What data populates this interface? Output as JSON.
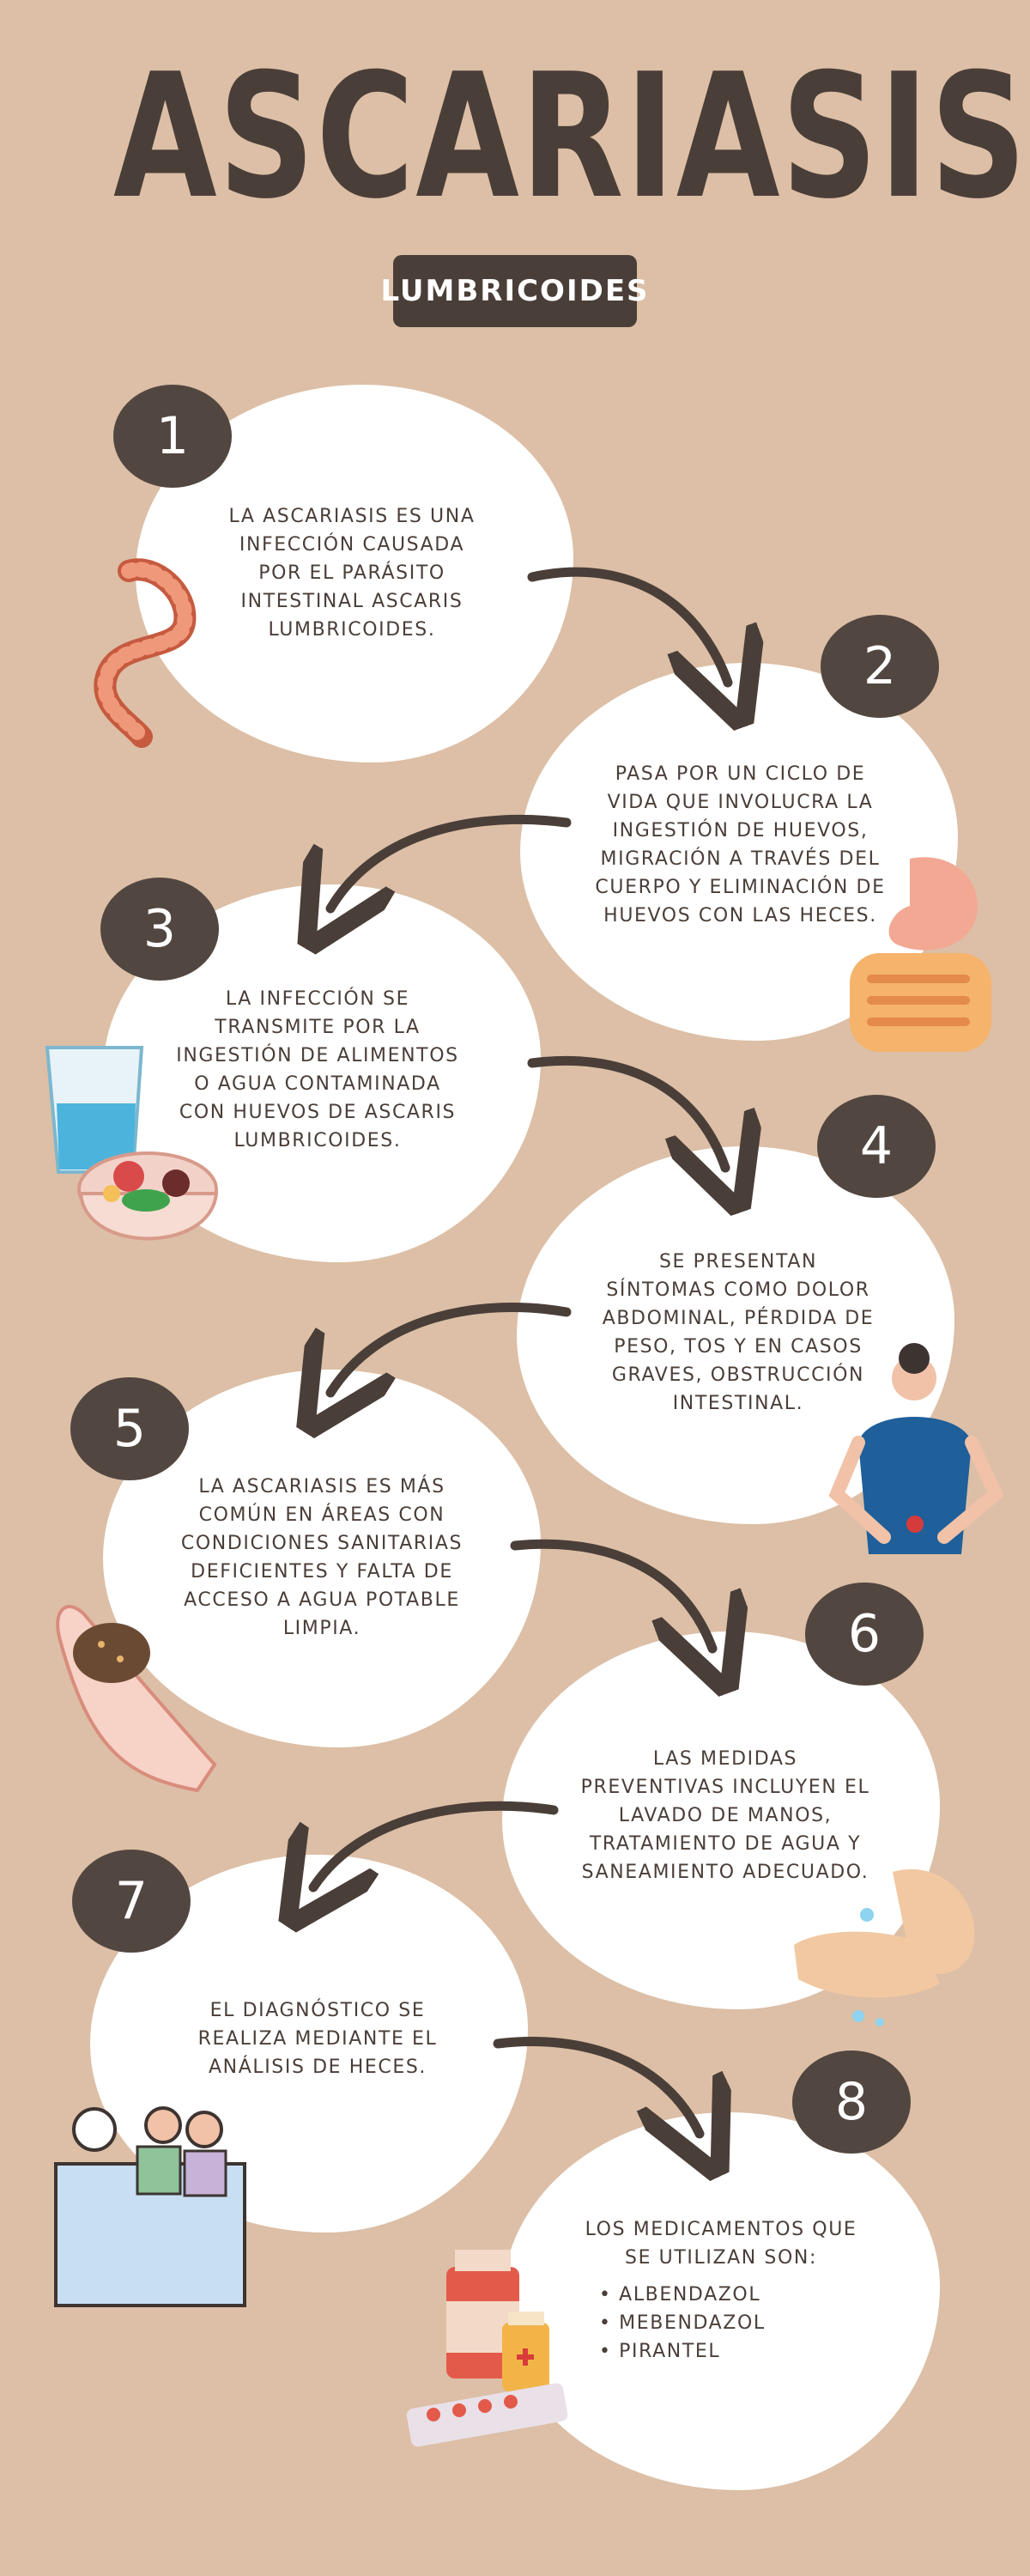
{
  "title": "ASCARIASIS",
  "subtitle": "LUMBRICOIDES",
  "steps": [
    {
      "number": "1",
      "text": "La ascariasis es una infección causada por el parásito intestinal Ascaris lumbricoides."
    },
    {
      "number": "2",
      "text": "Pasa por un ciclo de vida que involucra la ingestión de huevos, migración a través del cuerpo y eliminación de huevos con las heces."
    },
    {
      "number": "3",
      "text": "La infección se transmite por la ingestión de alimentos o agua contaminada con huevos de Ascaris lumbricoides."
    },
    {
      "number": "4",
      "text": "Se presentan síntomas como dolor abdominal, pérdida de peso, tos y en casos graves, obstrucción intestinal."
    },
    {
      "number": "5",
      "text": "La ascariasis es más común en áreas con condiciones sanitarias deficientes y falta de acceso a agua potable limpia."
    },
    {
      "number": "6",
      "text": "Las medidas preventivas incluyen el lavado de manos, tratamiento de agua y saneamiento adecuado."
    },
    {
      "number": "7",
      "text": "El diagnóstico se realiza mediante el análisis de heces."
    },
    {
      "number": "8",
      "text": "Los medicamentos que se utilizan son:",
      "list": [
        "Albendazol",
        "Mebendazol",
        "Pirantel"
      ]
    }
  ],
  "icons": [
    "worm-icon",
    "digestive-system-icon",
    "water-glass-icon",
    "food-bowl-icon",
    "abdominal-pain-person-icon",
    "hand-with-soil-icon",
    "hand-washing-icon",
    "doctor-consultation-icon",
    "medicine-bottles-icon"
  ],
  "colors": {
    "background": "#dcbfa6",
    "dark": "#4a3e38",
    "badge": "#524640",
    "bubble": "#ffffff"
  }
}
